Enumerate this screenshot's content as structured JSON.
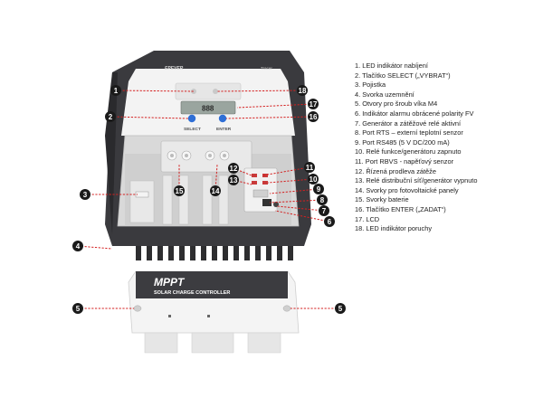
{
  "device": {
    "brand": "EPEVER",
    "model": "Tracer",
    "lcd_readout": "888",
    "select_label": "SELECT",
    "enter_label": "ENTER",
    "cover_title": "MPPT",
    "cover_subtitle": "SOLAR CHARGE CONTROLLER"
  },
  "colors": {
    "callout_line": "#d42020",
    "callout_badge": "#1a1a1a",
    "housing_dark": "#3a3a3e",
    "button_blue": "#2f6fd6"
  },
  "legend": [
    "1. LED indikátor nabíjení",
    "2. Tlačítko SELECT („VYBRAT“)",
    "3. Pojistka",
    "4. Svorka uzemnění",
    "5. Otvory pro šroub víka M4",
    "6. Indikátor alarmu obrácené polarity FV",
    "7. Generátor a zátěžové relé aktivní",
    "8. Port RTS – externí teplotní senzor",
    "9. Port RS485 (5 V DC/200 mA)",
    "10. Relé funkce/generátoru zapnuto",
    "11. Port RBVS - napěťový senzor",
    "12. Řízená prodleva zátěže",
    "13. Relé distribuční síť/generátor vypnuto",
    "14. Svorky pro fotovoltaické panely",
    "15. Svorky baterie",
    "16. Tlačítko ENTER („ZADAT“)",
    "17. LCD",
    "18. LED indikátor poruchy"
  ],
  "callouts": [
    "1",
    "2",
    "3",
    "4",
    "5",
    "5",
    "6",
    "7",
    "8",
    "9",
    "10",
    "11",
    "12",
    "13",
    "14",
    "15",
    "16",
    "17",
    "18"
  ]
}
